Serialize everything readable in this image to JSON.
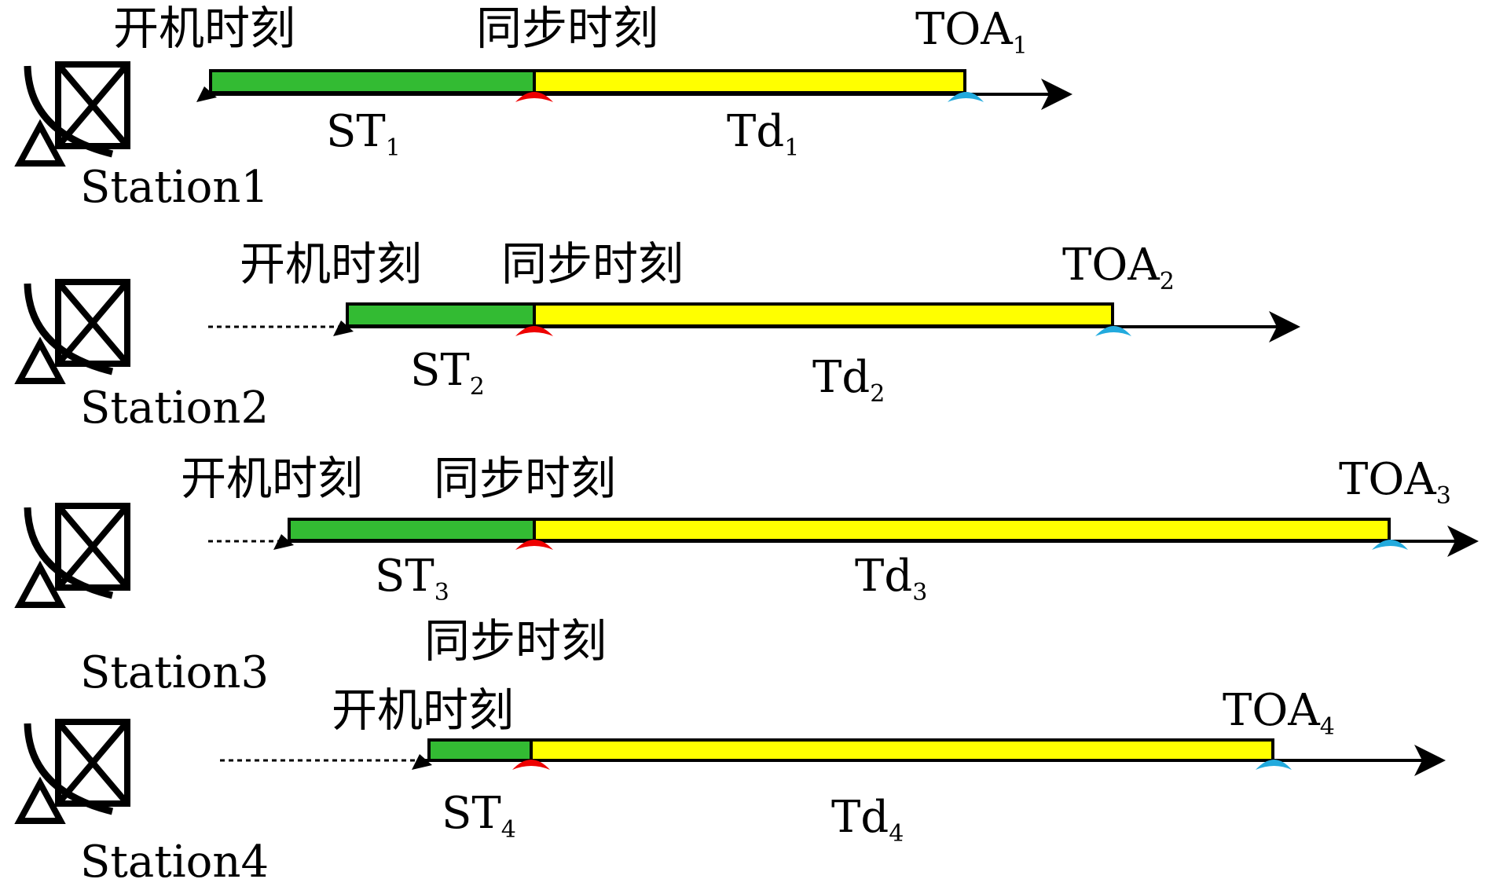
{
  "colors": {
    "startup_segment": "#33bb33",
    "delay_segment": "#ffff00",
    "startup_marker": "#000000",
    "sync_marker": "#ee0000",
    "toa_marker": "#22aadd",
    "line": "#000000"
  },
  "icon": "satellite-dish-icon",
  "stations": [
    {
      "name": "Station1",
      "startup_label": "开机时刻",
      "sync_label": "同步时刻",
      "st_label": "ST",
      "st_sub": "1",
      "td_label": "Td",
      "td_sub": "1",
      "toa_label": "TOA",
      "toa_sub": "1"
    },
    {
      "name": "Station2",
      "startup_label": "开机时刻",
      "sync_label": "同步时刻",
      "st_label": "ST",
      "st_sub": "2",
      "td_label": "Td",
      "td_sub": "2",
      "toa_label": "TOA",
      "toa_sub": "2"
    },
    {
      "name": "Station3",
      "startup_label": "开机时刻",
      "sync_label": "同步时刻",
      "st_label": "ST",
      "st_sub": "3",
      "td_label": "Td",
      "td_sub": "3",
      "toa_label": "TOA",
      "toa_sub": "3"
    },
    {
      "name": "Station4",
      "startup_label": "开机时刻",
      "sync_label": "同步时刻",
      "st_label": "ST",
      "st_sub": "4",
      "td_label": "Td",
      "td_sub": "4",
      "toa_label": "TOA",
      "toa_sub": "4"
    }
  ]
}
